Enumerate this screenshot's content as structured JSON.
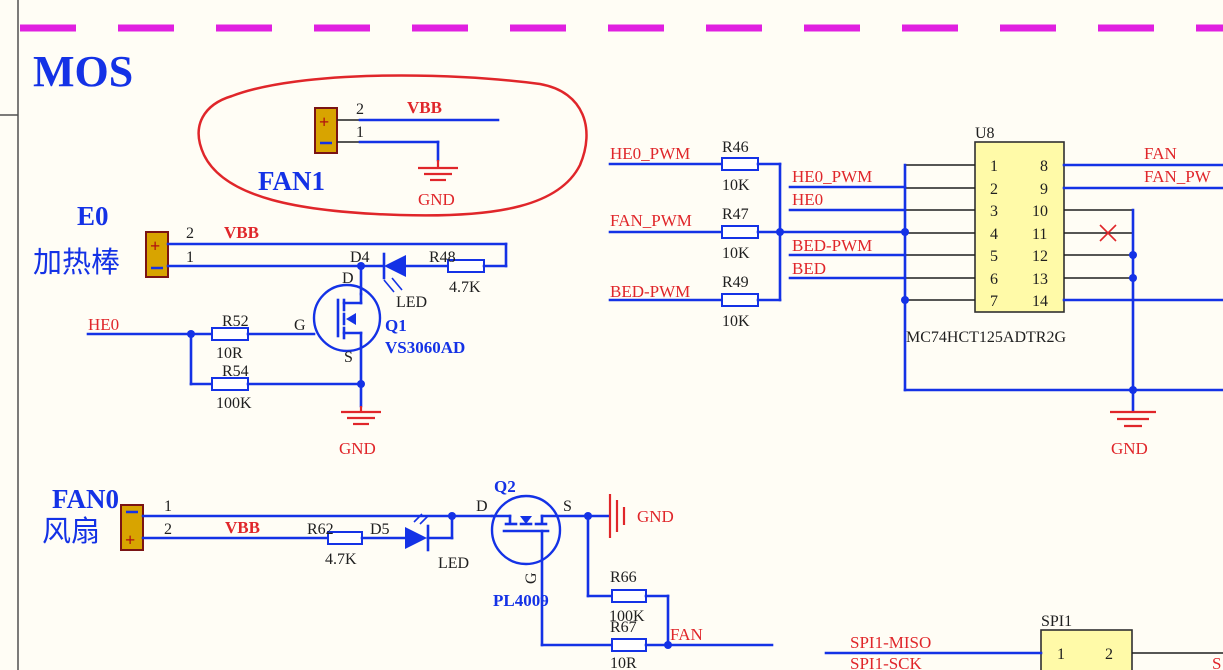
{
  "section_title": "MOS",
  "fan1": {
    "ref": "FAN1",
    "pin2": "2",
    "pin1": "1",
    "net_top": "VBB",
    "gnd": "GND"
  },
  "e0": {
    "ref": "E0",
    "desc": "加热棒",
    "pin2": "2",
    "pin1": "1",
    "net": "VBB"
  },
  "q1": {
    "d4": "D4",
    "r48": "R48",
    "r48_val": "4.7K",
    "led": "LED",
    "gate": "G",
    "d": "D",
    "s": "S",
    "ref": "Q1",
    "part": "VS3060AD",
    "net_in": "HE0",
    "r52": "R52",
    "r52_val": "10R",
    "r54": "R54",
    "r54_val": "100K",
    "gnd": "GND"
  },
  "fan0": {
    "ref": "FAN0",
    "desc": "风扇",
    "pin1": "1",
    "pin2": "2",
    "net": "VBB",
    "r62": "R62",
    "r62_val": "4.7K",
    "d5": "D5",
    "led": "LED"
  },
  "q2": {
    "ref": "Q2",
    "d": "D",
    "s": "S",
    "g": "G",
    "part": "PL4009",
    "gnd": "GND",
    "r66": "R66",
    "r66_val": "100K",
    "r67": "R67",
    "r67_val": "10R",
    "net_out": "FAN"
  },
  "buffer_inputs": [
    {
      "net": "HE0_PWM",
      "ref": "R46",
      "val": "10K"
    },
    {
      "net": "FAN_PWM",
      "ref": "R47",
      "val": "10K"
    },
    {
      "net": "BED-PWM",
      "ref": "R49",
      "val": "10K"
    }
  ],
  "u8": {
    "ref": "U8",
    "part": "MC74HCT125ADTR2G",
    "left_pins": [
      "1",
      "2",
      "3",
      "4",
      "5",
      "6",
      "7"
    ],
    "right_pins": [
      "8",
      "9",
      "10",
      "11",
      "12",
      "13",
      "14"
    ],
    "left_nets": [
      "HE0_PWM",
      "HE0",
      "BED-PWM",
      "BED"
    ],
    "right_nets": [
      "FAN",
      "FAN_PW"
    ],
    "gnd": "GND"
  },
  "spi": {
    "ref": "SPI1",
    "pin1": "1",
    "pin2": "2",
    "net1": "SPI1-MISO",
    "net2": "SPI1-SCK",
    "edge": "S"
  },
  "colors": {
    "wire": "#1432e6",
    "net_label": "#e0262a",
    "sheet_border": "#e020e0",
    "background": "#fffdf5",
    "annotation": "#e0262a"
  }
}
